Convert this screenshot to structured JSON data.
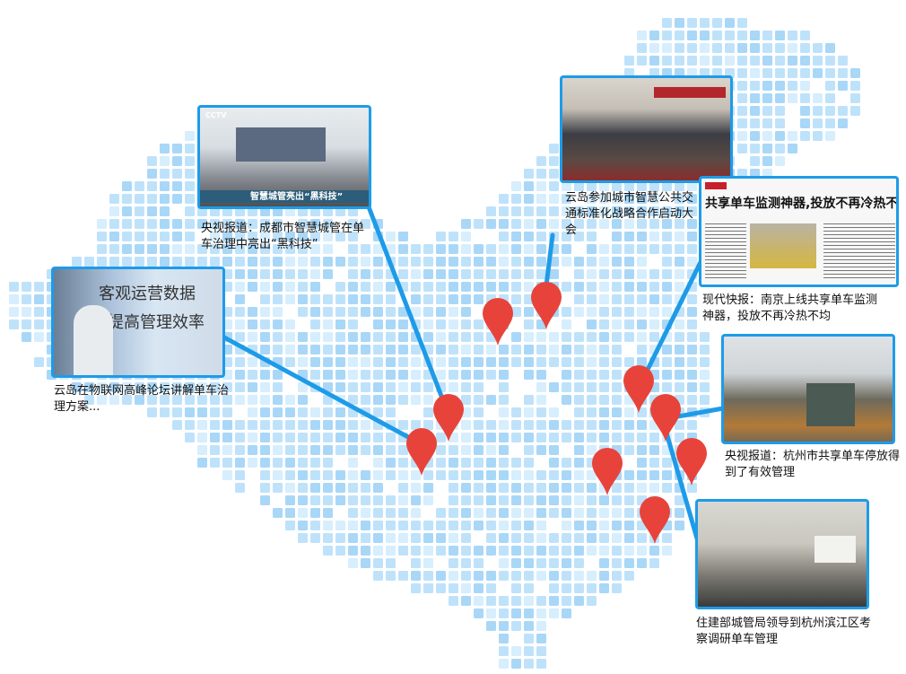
{
  "colors": {
    "accent": "#1e9be8",
    "pin": "#e8433a",
    "grid": "#bfe2fb"
  },
  "cards": [
    {
      "id": "chengdu",
      "caption": "央视报道：成都市智慧城管在单车治理中亮出“黑科技”",
      "image_text": "智慧城管亮出“黑科技”",
      "logo": "CCTV"
    },
    {
      "id": "forum",
      "caption": "云岛在物联网高峰论坛讲解单车治理方案...",
      "image_text_1": "客观运营数据",
      "image_text_2": "提高管理效率"
    },
    {
      "id": "meeting",
      "caption": "云岛参加城市智慧公共交通标准化战略合作启动大会"
    },
    {
      "id": "nanjing",
      "caption": "现代快报：南京上线共享单车监测神器，投放不再冷热不均",
      "image_text": "共享单车监测神器,投放不再冷热不均"
    },
    {
      "id": "hangzhou",
      "caption": "央视报道：杭州市共享单车停放得到了有效管理"
    },
    {
      "id": "binjiang",
      "caption": "住建部城管局领导到杭州滨江区考察调研单车管理"
    }
  ]
}
